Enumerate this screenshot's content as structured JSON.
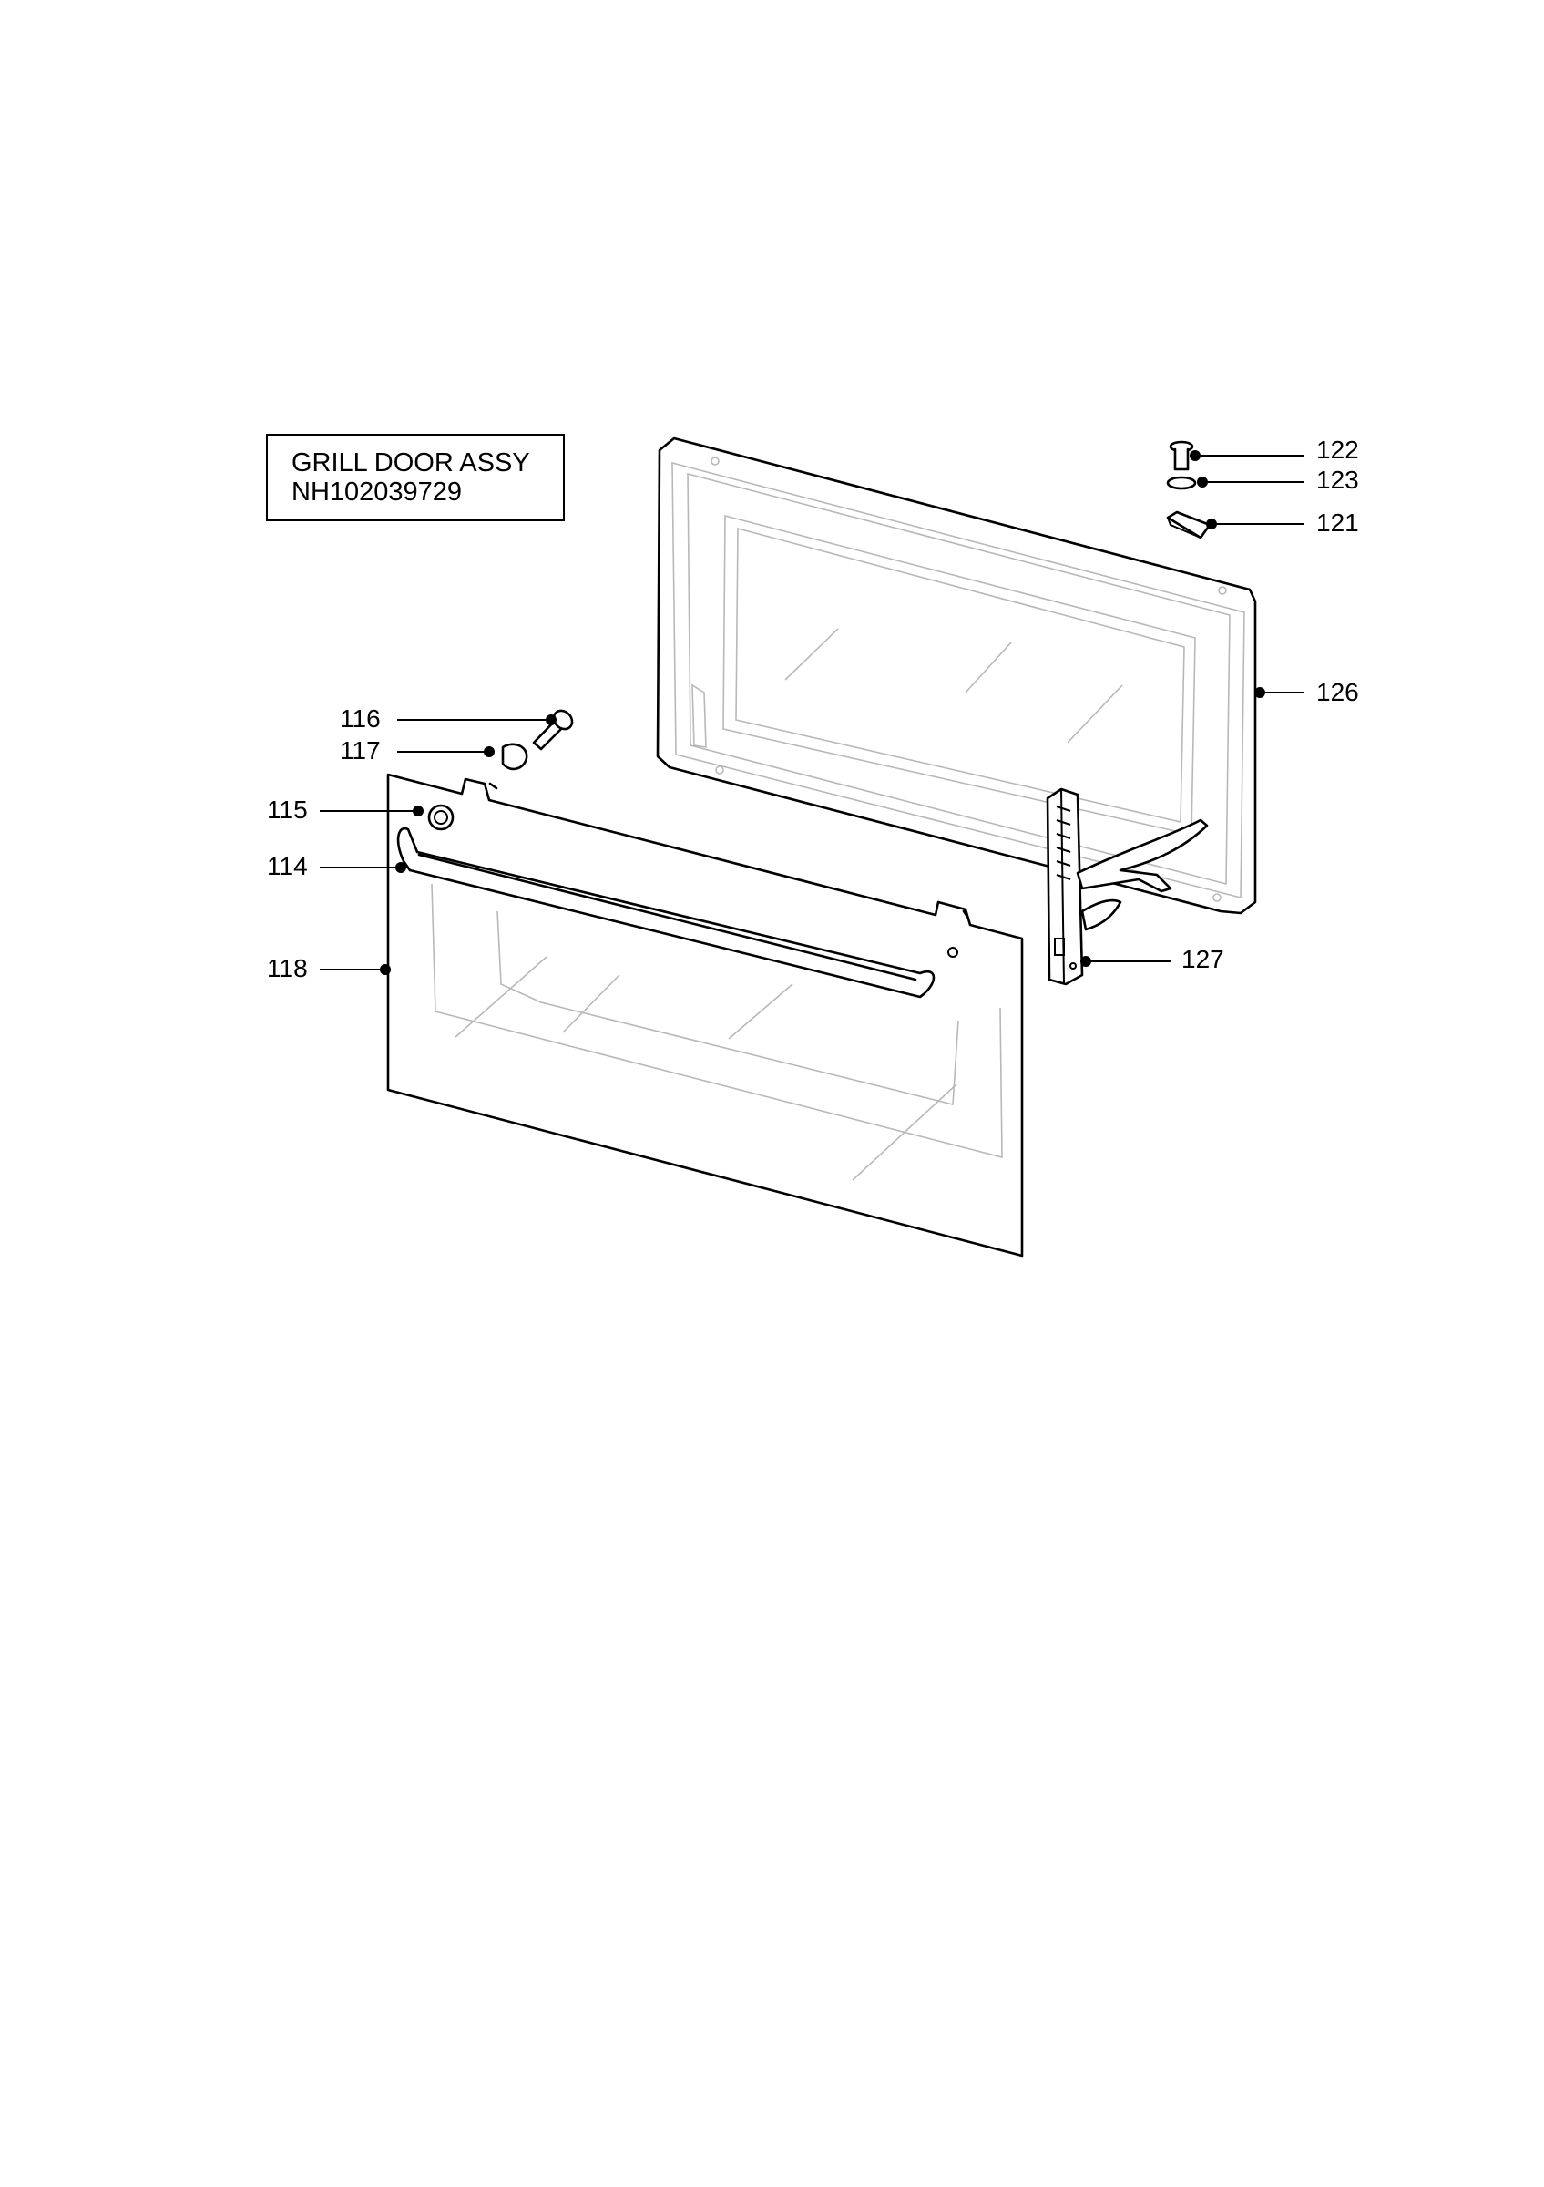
{
  "assembly": {
    "name": "GRILL DOOR ASSY",
    "part_number": "NH102039729"
  },
  "callouts": {
    "c122": "122",
    "c123": "123",
    "c121": "121",
    "c126": "126",
    "c116": "116",
    "c117": "117",
    "c115": "115",
    "c114": "114",
    "c118": "118",
    "c127": "127"
  }
}
